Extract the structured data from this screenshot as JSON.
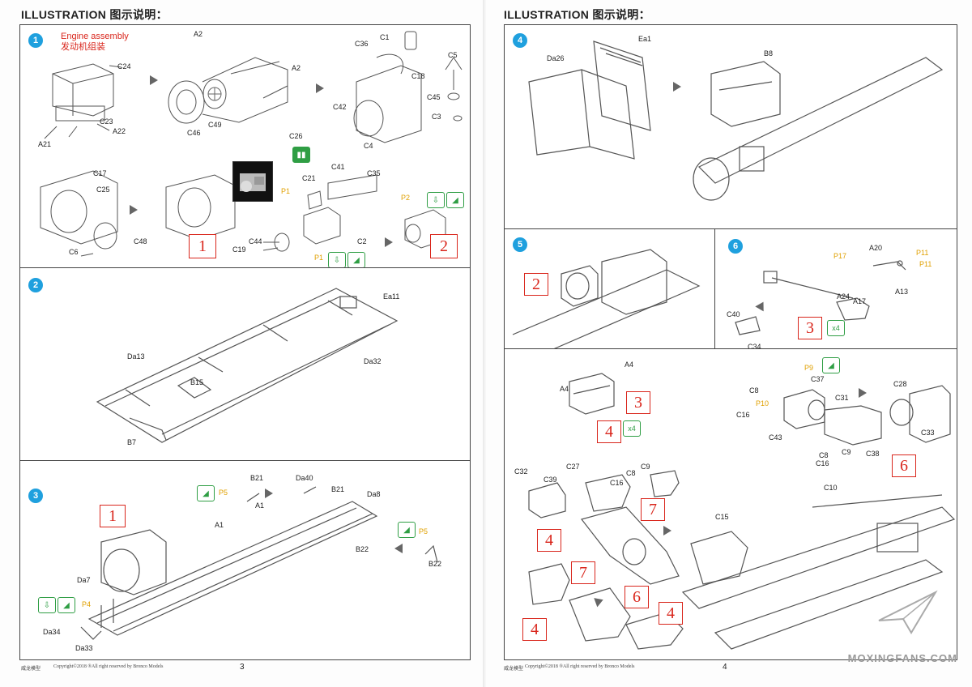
{
  "header": {
    "left": "ILLUSTRATION 图示说明：",
    "right": "ILLUSTRATION 图示说明："
  },
  "steps": {
    "s1": {
      "num": "1",
      "title_en": "Engine assembly",
      "title_cn": "发动机组装",
      "labels": [
        "C24",
        "A2",
        "C36",
        "C1",
        "C5",
        "C18",
        "A2",
        "C45",
        "C3",
        "C42",
        "C23",
        "A22",
        "A21",
        "C46",
        "C49",
        "C26",
        "C4",
        "C17",
        "C25",
        "C48",
        "C6",
        "C21",
        "C41",
        "C35",
        "P1",
        "P2",
        "C44",
        "C19",
        "C2",
        "P1"
      ],
      "boxes": [
        "1",
        "2"
      ]
    },
    "s2": {
      "num": "2",
      "labels": [
        "Ea11",
        "Da13",
        "Da32",
        "B15",
        "B7"
      ]
    },
    "s3": {
      "num": "3",
      "labels": [
        "B21",
        "Da40",
        "P5",
        "A1",
        "B21",
        "Da8",
        "A1",
        "P5",
        "B22",
        "B22",
        "Da7",
        "P4",
        "Da34",
        "Da33"
      ],
      "boxes": [
        "1"
      ]
    },
    "s4": {
      "num": "4",
      "labels": [
        "Ea1",
        "Da26",
        "B8"
      ]
    },
    "s5": {
      "num": "5",
      "boxes": [
        "2"
      ]
    },
    "s6": {
      "num": "6",
      "labels": [
        "P17",
        "A20",
        "P11",
        "P11",
        "A13",
        "A24",
        "A17",
        "C40",
        "C34"
      ],
      "boxes": [
        "3"
      ],
      "mult": "x4"
    },
    "s7": {
      "labels": [
        "A4",
        "A4",
        "P9",
        "C37",
        "C8",
        "P10",
        "C31",
        "C28",
        "C16",
        "C43",
        "C33",
        "C38",
        "C9",
        "C8",
        "C16",
        "C32",
        "C27",
        "C39",
        "C16",
        "C8",
        "C9",
        "C10",
        "C15"
      ],
      "boxes": [
        "3",
        "4",
        "6",
        "7",
        "4",
        "7",
        "6",
        "4",
        "4"
      ],
      "mult": "x4"
    }
  },
  "footer": {
    "left_brand": "威龙模型",
    "left_copy": "Copyright©2018  ®All right reserved by Bronco Models",
    "left_page": "3",
    "right_brand": "威龙模型",
    "right_copy": "Copyright©2018  ®All right reserved by Bronco Models",
    "right_page": "4"
  },
  "watermark": "MOXINGFANS.COM"
}
